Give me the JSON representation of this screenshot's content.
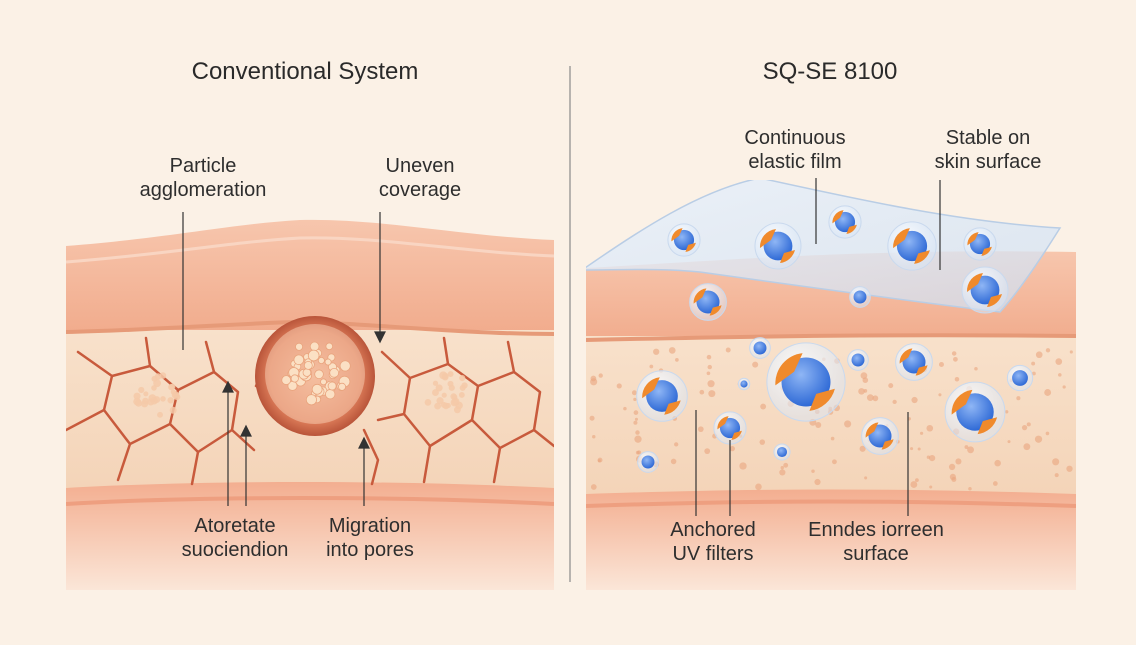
{
  "left_panel": {
    "title": "Conventional System",
    "labels": {
      "particle": [
        "Particle",
        "agglomeration"
      ],
      "uneven": [
        "Uneven",
        "coverage"
      ],
      "atoretate": [
        "Atoretate",
        "suociendion"
      ],
      "migration": [
        "Migration",
        "into pores"
      ]
    }
  },
  "right_panel": {
    "title": "SQ-SE 8100",
    "labels": {
      "film": [
        "Continuous",
        "elastic film"
      ],
      "stable": [
        "Stable on",
        "skin surface"
      ],
      "anchored": [
        "Anchored",
        "UV filters"
      ],
      "enndes": [
        "Enndes iorreen",
        "surface"
      ]
    }
  },
  "colors": {
    "background": "#fbf1e6",
    "skin_top": "#f4b79a",
    "skin_mid": "#f6dcc4",
    "skin_bottom": "#f2a98a",
    "crack": "#c85a3c",
    "particle_orange": "#f08a2c",
    "particle_blue": "#3f7fe0"
  }
}
